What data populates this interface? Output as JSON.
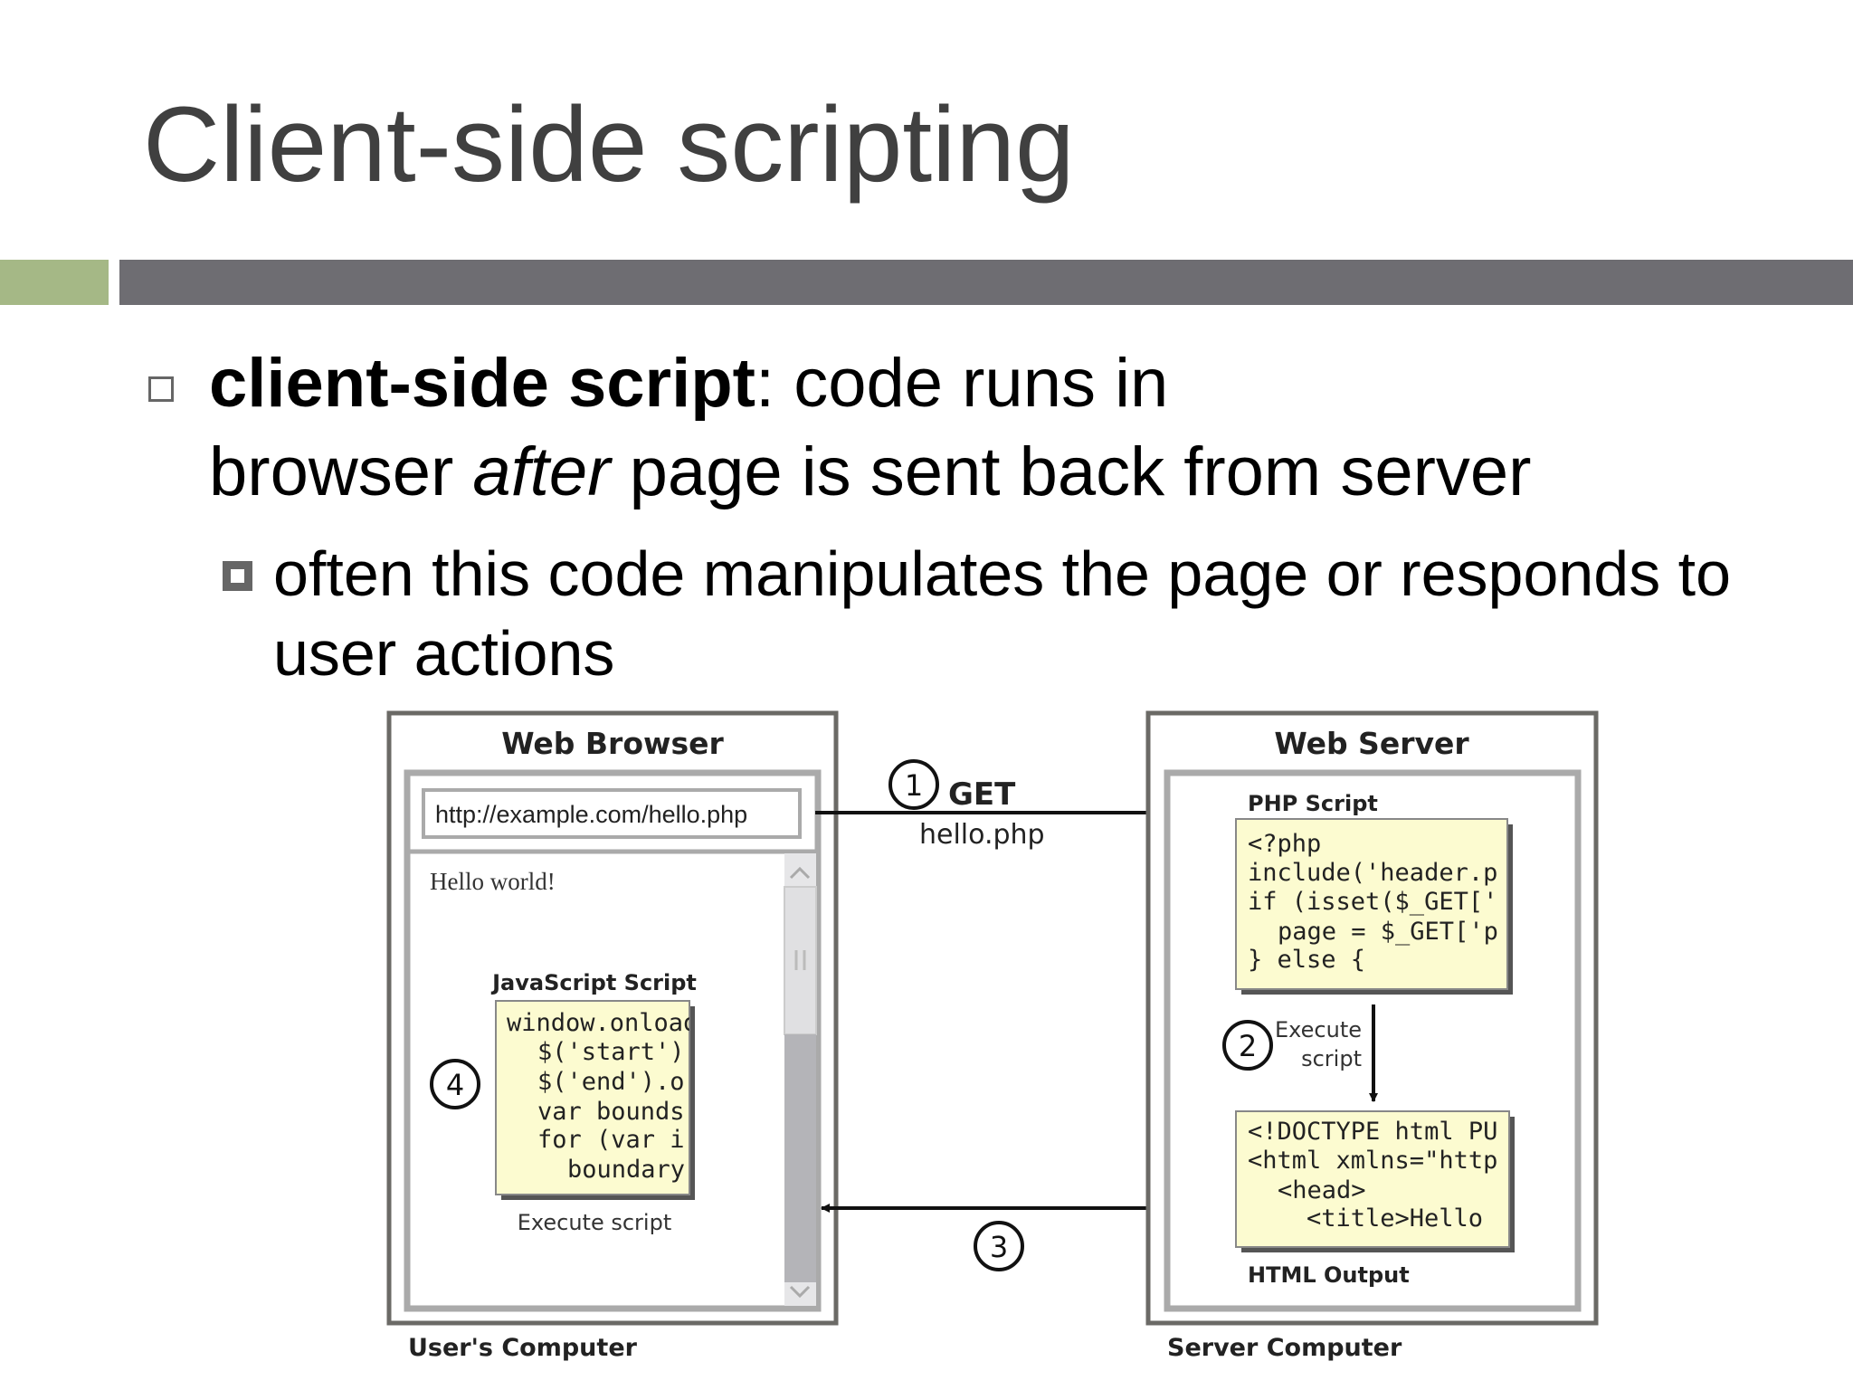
{
  "slide": {
    "title": "Client-side scripting",
    "bullet1": {
      "term": "client-side script",
      "colon": ": code runs in",
      "line2_pre": "browser ",
      "line2_em": "after",
      "line2_post": " page is sent back from server"
    },
    "bullet2": {
      "text": "often this code manipulates the page or responds to user actions"
    },
    "colors": {
      "accent_green": "#a5b886",
      "bar_gray": "#6e6d72",
      "code_bg": "#fcfbd0"
    }
  },
  "diagram": {
    "browser_title": "Web Browser",
    "url": "http://example.com/hello.php",
    "page_text": "Hello world!",
    "js_label": "JavaScript Script",
    "js_code": [
      "window.onload",
      "$('start')",
      "$('end').o",
      "var bounds",
      "for (var i",
      "boundary"
    ],
    "js_caption": "Execute script",
    "users_computer": "User's Computer",
    "step1": "1",
    "get": "GET",
    "get_file": "hello.php",
    "step2": "2",
    "execute": "Execute",
    "script": "script",
    "step3": "3",
    "step4": "4",
    "server_title": "Web Server",
    "php_label": "PHP Script",
    "php_code": [
      "<?php",
      "include('header.p",
      "if (isset($_GET['",
      "page = $_GET['p",
      "} else {"
    ],
    "html_code": [
      "<!DOCTYPE html PU",
      "<html xmlns=\"http",
      "<head>",
      "<title>Hello"
    ],
    "html_label": "HTML Output",
    "server_computer": "Server Computer"
  }
}
